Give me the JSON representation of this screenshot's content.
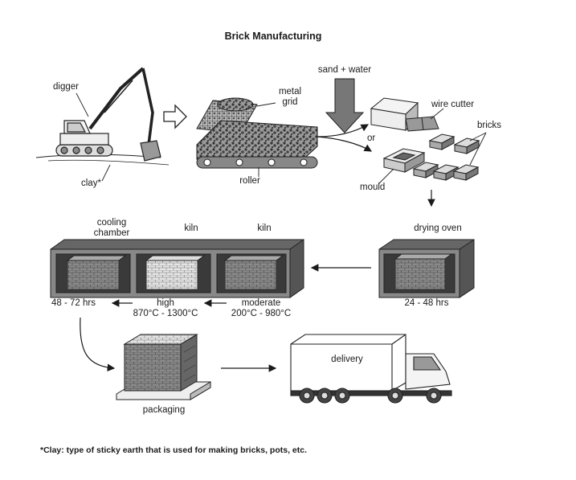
{
  "title": "Brick Manufacturing",
  "labels": {
    "digger": "digger",
    "clay": "clay*",
    "metal_grid_1": "metal",
    "metal_grid_2": "grid",
    "roller": "roller",
    "sand_water": "sand + water",
    "or": "or",
    "wire_cutter": "wire cutter",
    "bricks": "bricks",
    "mould": "mould",
    "drying_oven": "drying oven",
    "drying_time": "24 - 48 hrs",
    "cooling_1": "cooling",
    "cooling_2": "chamber",
    "kiln_high": "kiln",
    "kiln_moderate": "kiln",
    "cooling_time": "48 - 72 hrs",
    "high": "high",
    "high_temp": "870°C - 1300°C",
    "moderate": "moderate",
    "moderate_temp": "200°C - 980°C",
    "packaging": "packaging",
    "delivery": "delivery"
  },
  "footnote": "*Clay: type of sticky earth that is used for making bricks, pots, etc."
}
